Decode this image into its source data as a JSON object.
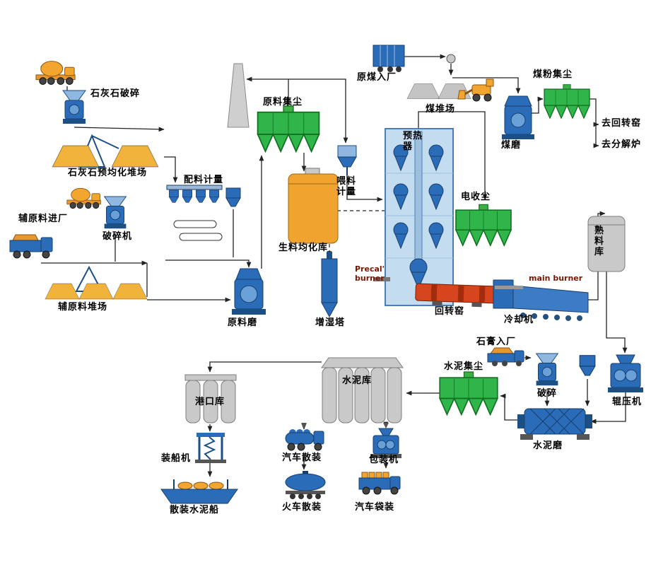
{
  "labels": {
    "limestone_crushing": "石灰石破碎",
    "limestone_preblending_yard": "石灰石预均化堆场",
    "batching_metering": "配料计量",
    "aux_material_entry": "辅原料进厂",
    "crusher_machine": "破碎机",
    "aux_material_yard": "辅原料堆场",
    "raw_mill": "原料磨",
    "raw_material_dust_collector": "原料集尘",
    "raw_meal_homogenizing_silo": "生料均化库",
    "feeding_metering": "喂料计量",
    "humidifying_tower": "增湿塔",
    "raw_coal_entry": "原煤入厂",
    "coal_yard": "煤堆场",
    "coal_dust_collector": "煤粉集尘",
    "coal_mill": "煤磨",
    "to_rotary_kiln": "去回转窑",
    "to_calciner": "去分解炉",
    "preheater": "预热器",
    "esp": "电收尘",
    "clinker_silo": "熟料库",
    "precal_burner": "Precal' burner",
    "main_burner": "main burner",
    "rotary_kiln": "回转窑",
    "cooler": "冷却机",
    "gypsum_entry": "石膏入厂",
    "crushing": "破碎",
    "roller_press": "辊压机",
    "cement_mill": "水泥磨",
    "cement_dust_collector": "水泥集尘",
    "cement_silo": "水泥库",
    "port_silo": "港口库",
    "ship_loader": "装船机",
    "bulk_cement_ship": "散装水泥船",
    "truck_bulk": "汽车散装",
    "train_bulk": "火车散装",
    "packing_machine": "包装机",
    "truck_bagged": "汽车袋装"
  },
  "colors": {
    "dust_collector_green": "#2fb549",
    "dust_collector_outline": "#0f7020",
    "equipment_blue": "#2b6cb8",
    "equipment_blue_dark": "#173f6e",
    "preheater_light_blue": "#c3dcf0",
    "material_orange": "#f2a52f",
    "pile_orange": "#f2b33d",
    "kiln_red": "#d6451d",
    "silo_grey": "#c9c9c9",
    "burner_text_red": "#7b1500",
    "line_black": "#222222"
  }
}
